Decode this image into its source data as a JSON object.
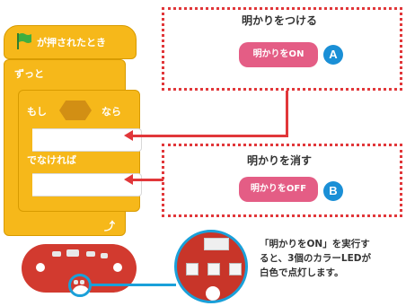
{
  "script": {
    "event_label": "が押されたとき",
    "forever_label": "ずっと",
    "if_label": "もし",
    "then_label": "なら",
    "else_label": "でなければ"
  },
  "callout_a": {
    "title": "明かりをつける",
    "block_label": "明かりをON",
    "badge": "A"
  },
  "callout_b": {
    "title": "明かりを消す",
    "block_label": "明かりをOFF",
    "badge": "B"
  },
  "description": {
    "line1": "「明かりをON」を実行す",
    "line2": "ると、3個のカラーLEDが",
    "line3": "白色で点灯します。"
  },
  "colors": {
    "block_yellow": "#f6b81a",
    "block_pink": "#e45d85",
    "callout_red": "#e1373a",
    "badge_blue": "#1a8fd6",
    "board_red": "#d23a2f"
  },
  "icons": {
    "event": "green-flag-icon",
    "loop_end": "loop-arrow-icon"
  }
}
